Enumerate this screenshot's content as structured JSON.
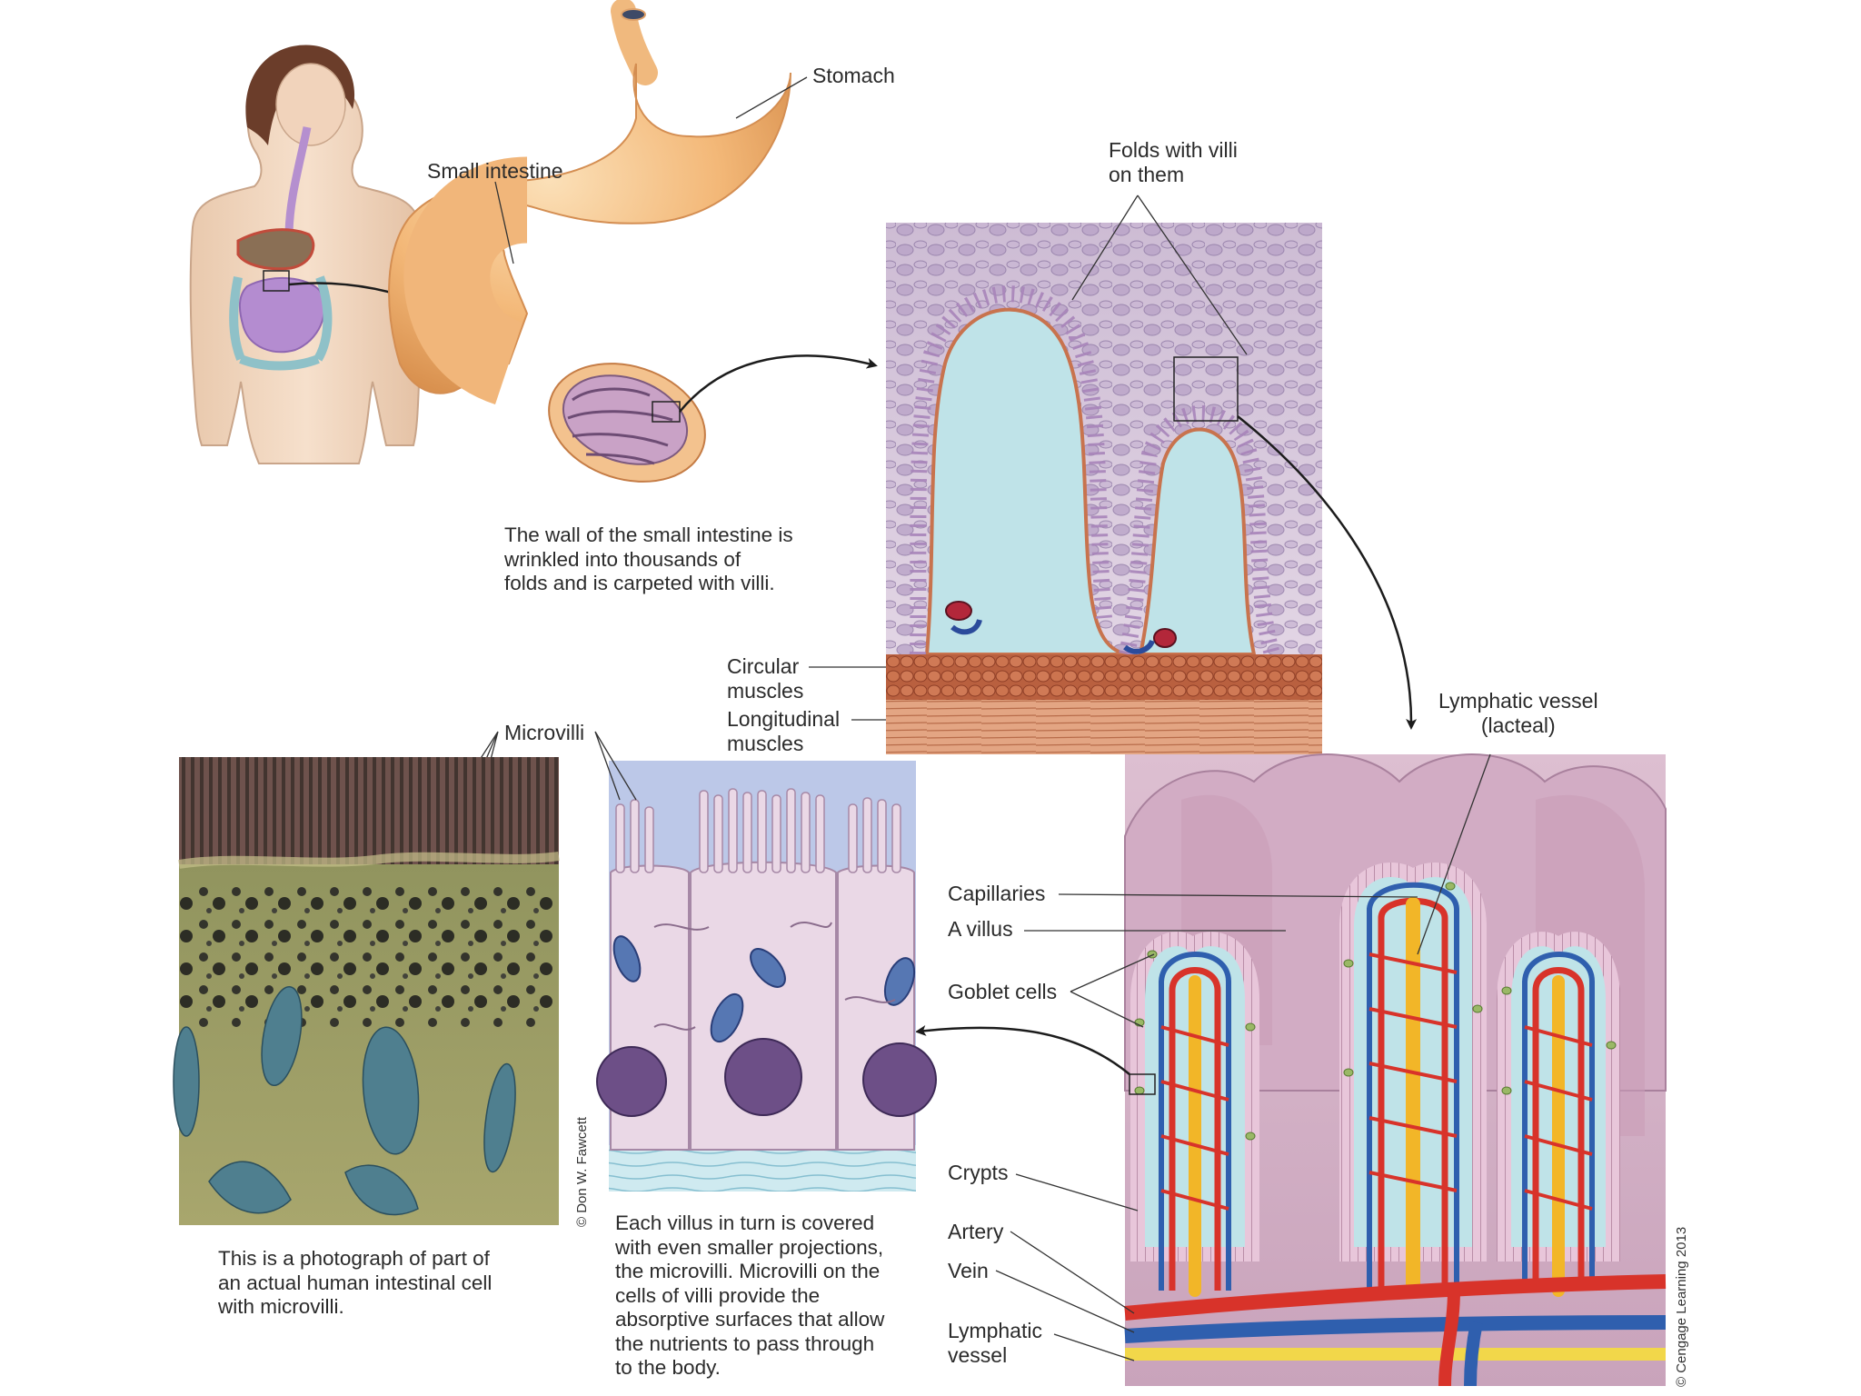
{
  "labels": {
    "stomach": "Stomach",
    "small_intestine": "Small intestine",
    "folds_line1": "Folds with villi",
    "folds_line2": "on them",
    "circular_line1": "Circular",
    "circular_line2": "muscles",
    "longitudinal_line1": "Longitudinal",
    "longitudinal_line2": "muscles",
    "lymphatic_top_line1": "Lymphatic vessel",
    "lymphatic_top_line2": "(lacteal)",
    "microvilli": "Microvilli",
    "capillaries": "Capillaries",
    "a_villus": "A villus",
    "goblet_cells": "Goblet cells",
    "crypts": "Crypts",
    "artery": "Artery",
    "vein": "Vein",
    "lymphatic_bottom_line1": "Lymphatic",
    "lymphatic_bottom_line2": "vessel"
  },
  "captions": {
    "wall": "The wall of the small intestine is\nwrinkled into thousands of\nfolds and is carpeted with villi.",
    "photo": "This is a photograph of part of\nan actual human intestinal cell\nwith microvilli.",
    "villus": "Each villus in turn is covered\nwith even smaller projections,\nthe microvilli. Microvilli on the\ncells of villi provide the\nabsorptive surfaces that allow\nthe nutrients to pass through\nto the body."
  },
  "credits": {
    "photo": "© Don W. Fawcett",
    "publisher": "© Cengage Learning 2013"
  },
  "colors": {
    "stomach": "#f3b878",
    "villus_fill": "#bfe3e8",
    "epithelium": "#c79ab9",
    "muscle_circular": "#c96c4b",
    "muscle_longitudinal": "#e4a57f",
    "artery": "#d8332a",
    "vein": "#2f5fae",
    "lacteal": "#f2b628",
    "villi_background": "#d8b6c9",
    "cell_fill": "#ead8e6",
    "nucleus": "#6d4f87",
    "mitochondria": "#5677b3",
    "photo_bg": "#a4a365"
  }
}
